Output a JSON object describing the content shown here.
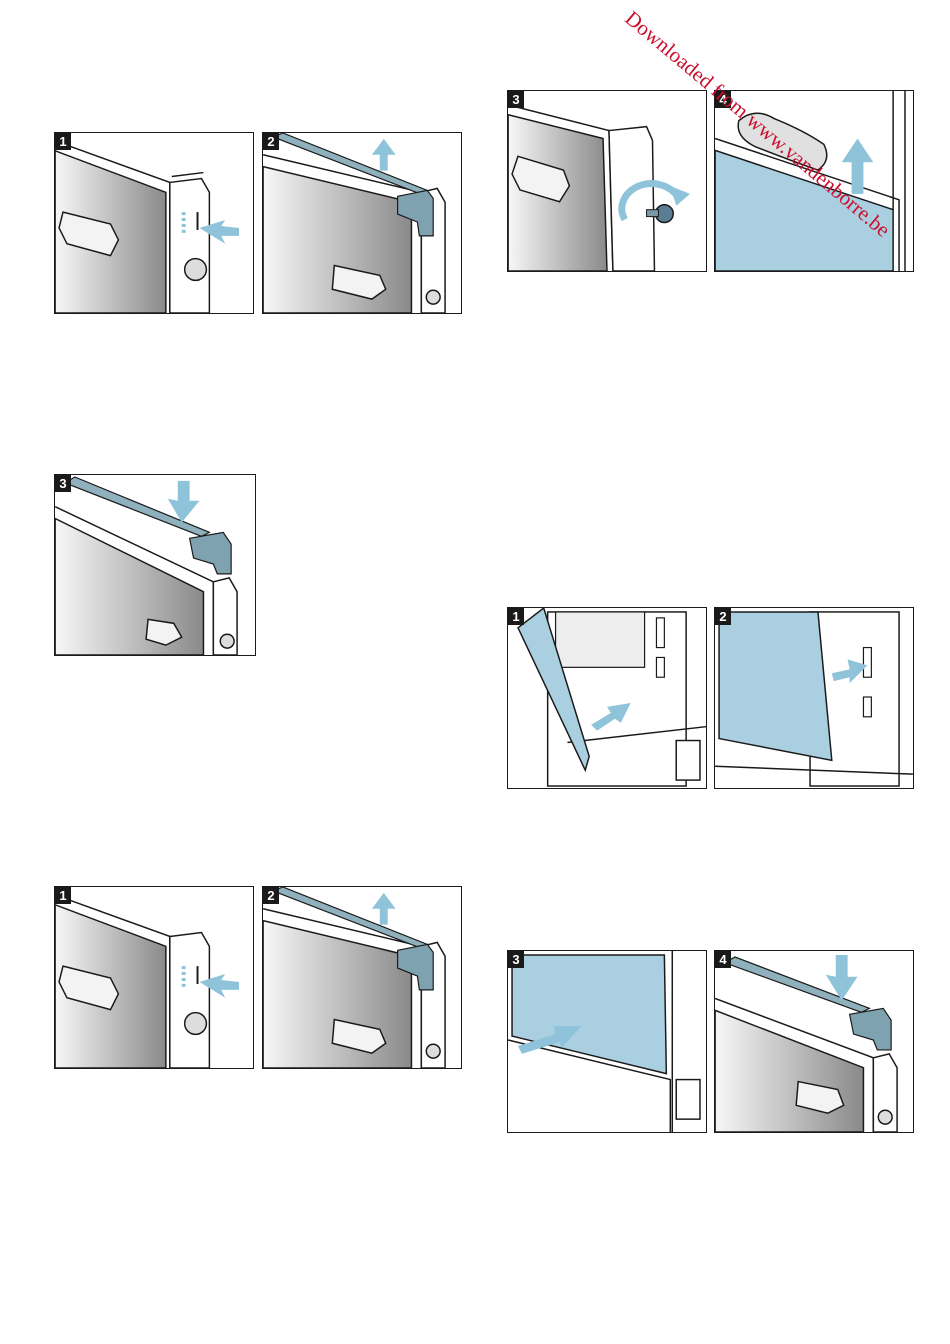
{
  "watermark": "Downloaded from www.vandenborre.be",
  "figures": {
    "left_top": {
      "steps": [
        "1",
        "2"
      ]
    },
    "left_mid": {
      "steps": [
        "3"
      ]
    },
    "left_bottom": {
      "steps": [
        "1",
        "2"
      ]
    },
    "right_top": {
      "steps": [
        "3",
        "4"
      ]
    },
    "right_mid": {
      "steps": [
        "1",
        "2"
      ]
    },
    "right_bottom": {
      "steps": [
        "3",
        "4"
      ]
    }
  },
  "colors": {
    "arrow": "#8ec3da",
    "glass": "#a9cfe0",
    "frame": "#1a1a1a",
    "rail": "#8fb0bd"
  },
  "icons": [
    "arrow-icon",
    "screw-icon",
    "rotate-arrow-icon",
    "towel-icon"
  ]
}
